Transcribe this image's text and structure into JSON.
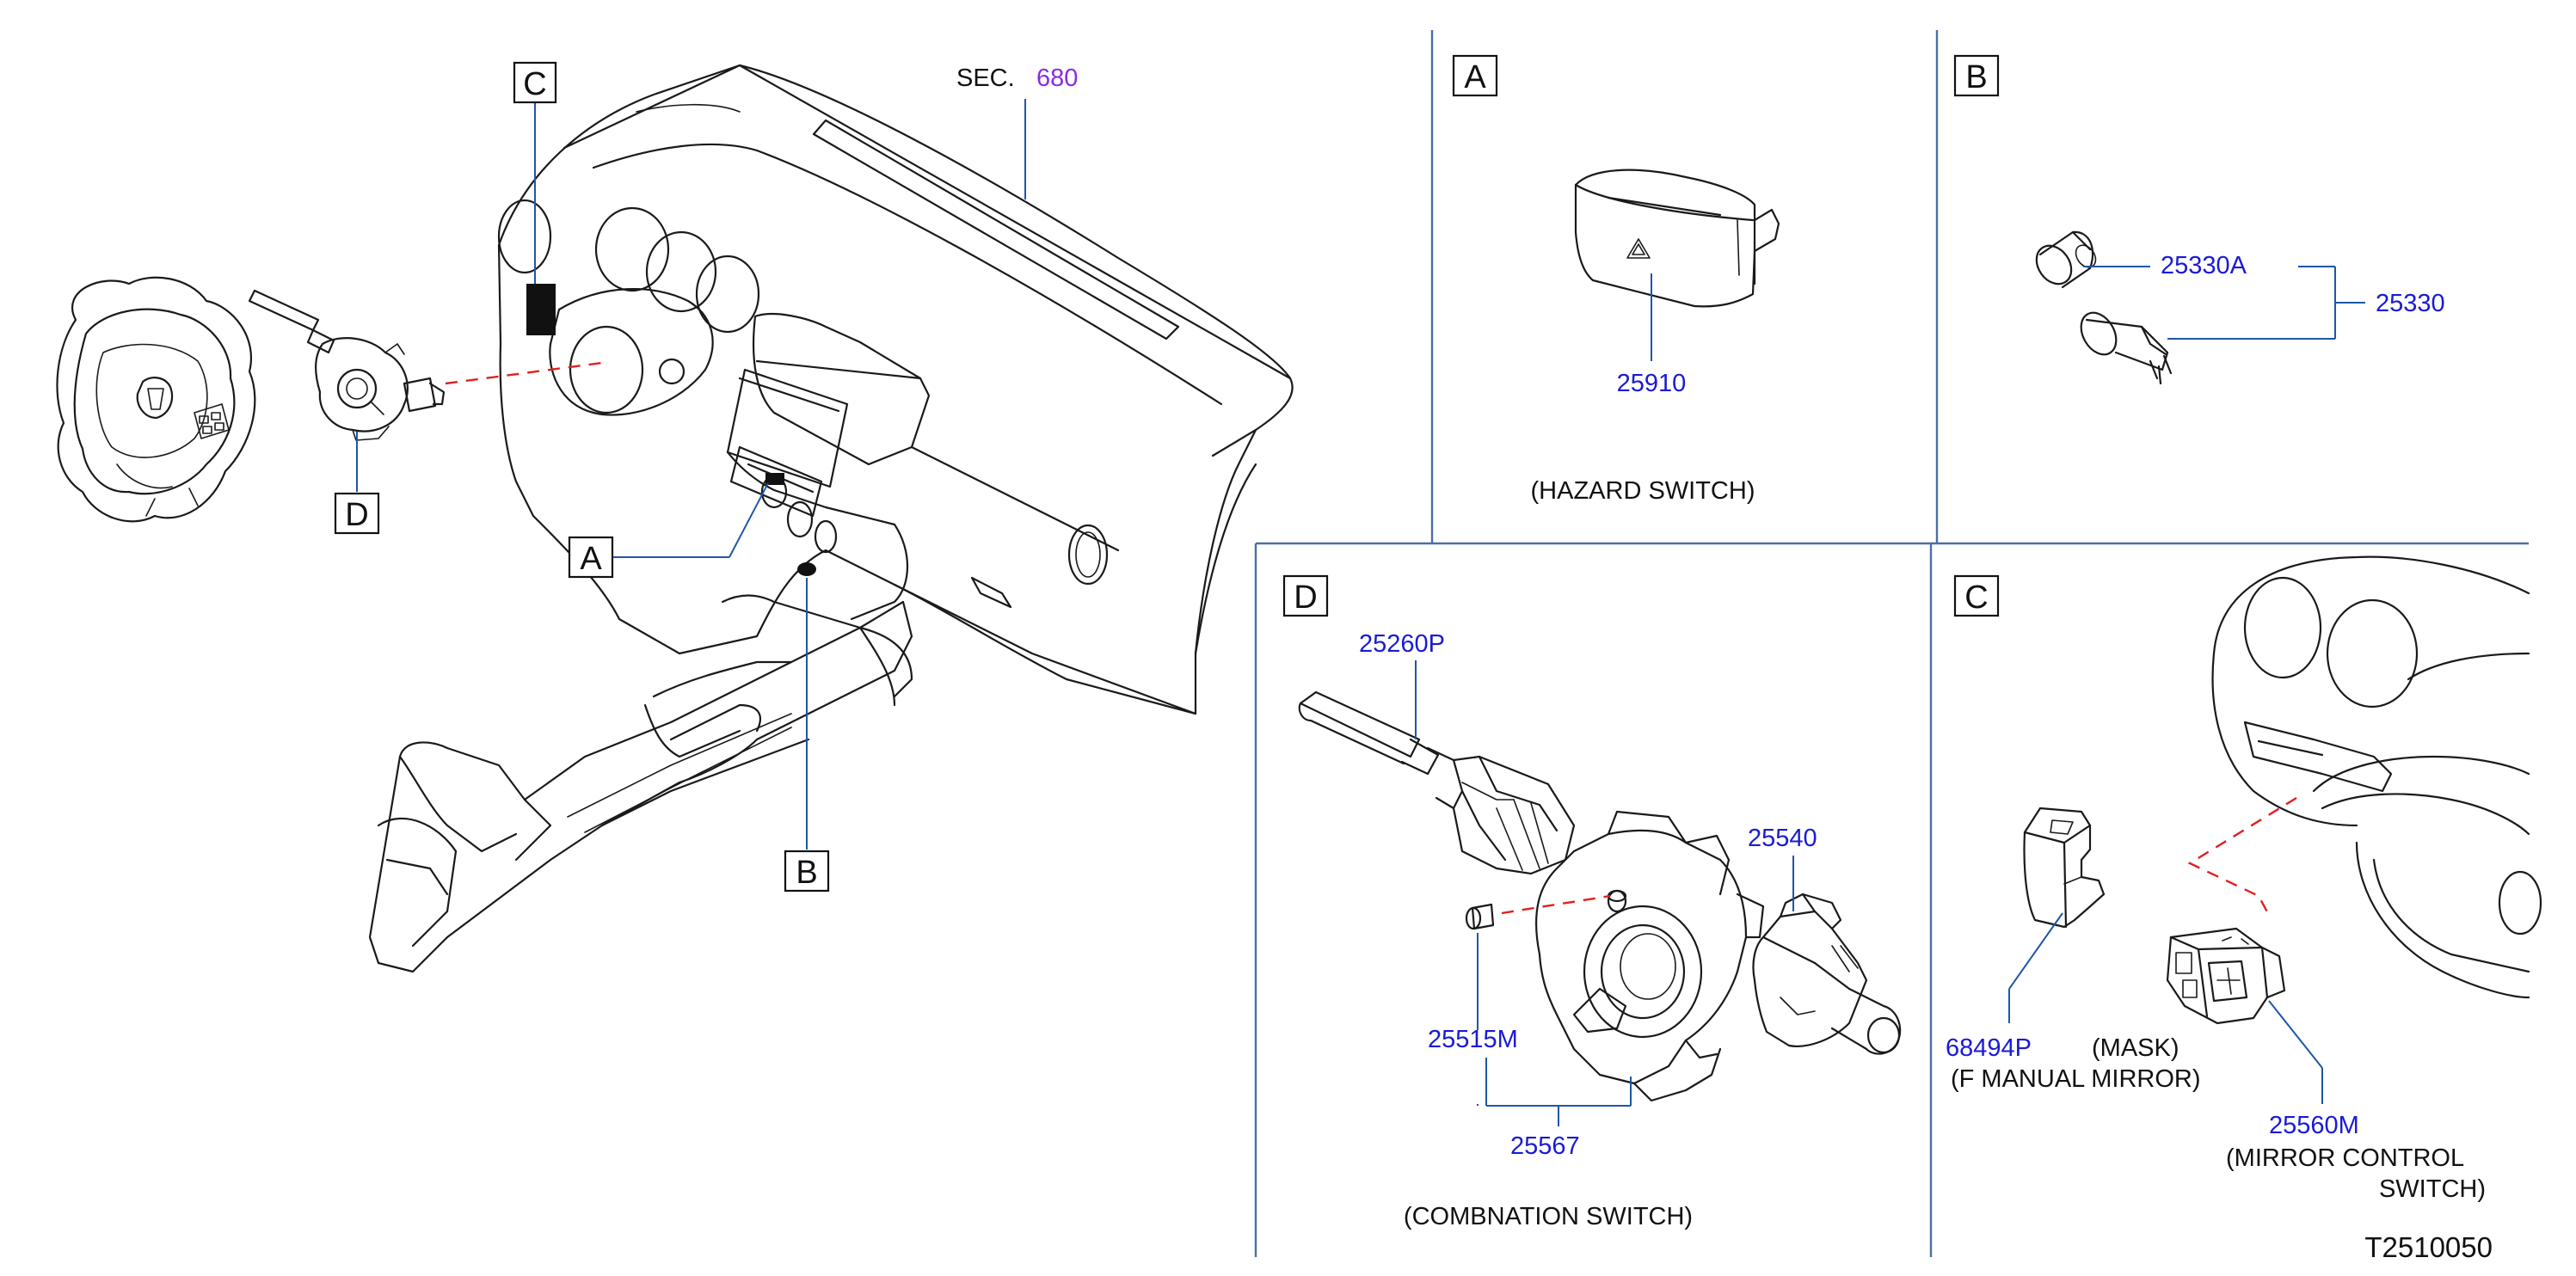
{
  "callouts": {
    "main_a": "A",
    "main_b": "B",
    "main_c": "C",
    "main_d": "D",
    "panel_a": "A",
    "panel_b": "B",
    "panel_c": "C",
    "panel_d": "D"
  },
  "section_ref": {
    "prefix": "SEC.",
    "number": "680"
  },
  "panel_a": {
    "part": "25910",
    "caption": "(HAZARD   SWITCH)"
  },
  "panel_b": {
    "part_sub": "25330A",
    "part_main": "25330"
  },
  "panel_d": {
    "part_lever": "25260P",
    "part_right": "25540",
    "part_small": "25515M",
    "part_assy": "25567",
    "caption": "(COMBNATION   SWITCH)"
  },
  "panel_c": {
    "part_mask": "68494P",
    "mask_label": "(MASK)",
    "mask_desc": "(F   MANUAL   MIRROR)",
    "part_switch": "25560M",
    "switch_desc_1": "(MIRROR   CONTROL",
    "switch_desc_2": "SWITCH)"
  },
  "figure_id": "T2510050",
  "colors": {
    "part_number": "#1a1ad6",
    "section_number": "#8a2be2",
    "leader_line": "#1f56a8",
    "dashed_guide": "#e02020",
    "panel_divider": "#4a6fa5"
  }
}
